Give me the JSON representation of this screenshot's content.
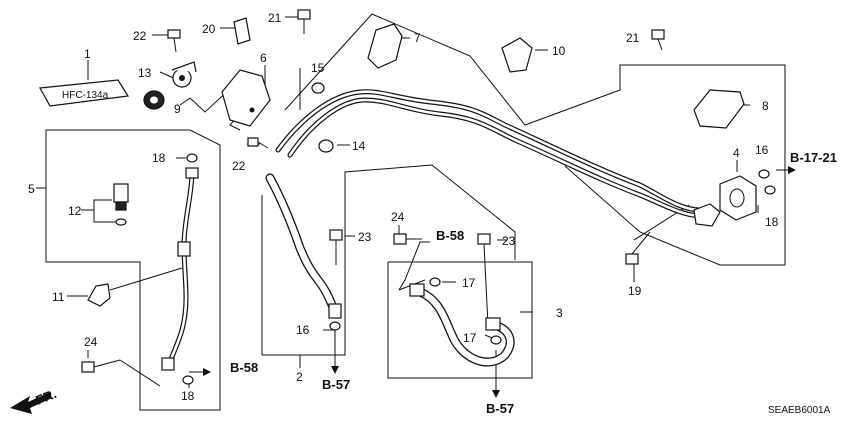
{
  "callouts": {
    "c1": "1",
    "c2": "2",
    "c3": "3",
    "c4": "4",
    "c5": "5",
    "c6": "6",
    "c7": "7",
    "c8": "8",
    "c9": "9",
    "c10": "10",
    "c11": "11",
    "c12": "12",
    "c13": "13",
    "c14": "14",
    "c15": "15",
    "c16a": "16",
    "c16b": "16",
    "c17a": "17",
    "c17b": "17",
    "c18a": "18",
    "c18b": "18",
    "c18c": "18",
    "c19": "19",
    "c20": "20",
    "c21a": "21",
    "c21b": "21",
    "c22a": "22",
    "c22b": "22",
    "c23a": "23",
    "c23b": "23",
    "c24a": "24",
    "c24b": "24"
  },
  "refs": {
    "b1721": "B-17-21",
    "b58_left": "B-58",
    "b58_mid": "B-58",
    "b57_left": "B-57",
    "b57_right": "B-57"
  },
  "label_plate": {
    "text": "HFC-134a"
  },
  "direction": {
    "text": "FR."
  },
  "diagram_code": "SEAEB6001A"
}
